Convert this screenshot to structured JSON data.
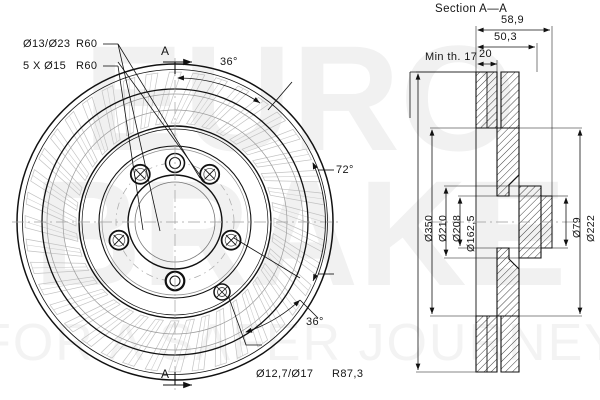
{
  "sheet": {
    "watermark_lines": [
      "EURO",
      "BRAKE",
      "FOR A SAFER JOURNEY"
    ],
    "watermark_color": "#f0f0f0"
  },
  "front_view": {
    "name": "brake-disc-front-view",
    "section_marks": [
      "A",
      "A"
    ],
    "callouts": [
      {
        "id": "hole-small-large",
        "text": "Ø13/Ø23"
      },
      {
        "id": "radius-upper",
        "text": "R60"
      },
      {
        "id": "bolt-holes",
        "text": "5 X Ø15"
      },
      {
        "id": "radius-lower",
        "text": "R60"
      },
      {
        "id": "pin-hole",
        "text": "Ø12,7/Ø17"
      },
      {
        "id": "bolt-circle-radius",
        "text": "R87,3"
      }
    ],
    "angles": [
      {
        "id": "angle-top",
        "text": "36°"
      },
      {
        "id": "angle-right",
        "text": "72°"
      },
      {
        "id": "angle-bottom",
        "text": "36°"
      }
    ]
  },
  "section_view": {
    "title": "Section A—A",
    "min_thickness": "Min th. 17",
    "horizontal_dims": [
      {
        "id": "overall-width",
        "text": "58,9"
      },
      {
        "id": "hat-offset",
        "text": "50,3"
      },
      {
        "id": "hat-height",
        "text": "20"
      }
    ],
    "vertical_dims_left": [
      {
        "id": "outer-diameter",
        "text": "Ø350"
      },
      {
        "id": "hat-outer-diameter",
        "text": "Ø210"
      },
      {
        "id": "hat-diameter",
        "text": "Ø208"
      },
      {
        "id": "bolt-circle-diameter",
        "text": "Ø162,5"
      }
    ],
    "vertical_dims_right": [
      {
        "id": "center-bore",
        "text": "Ø79"
      },
      {
        "id": "inner-friction-diameter",
        "text": "Ø222"
      }
    ]
  }
}
